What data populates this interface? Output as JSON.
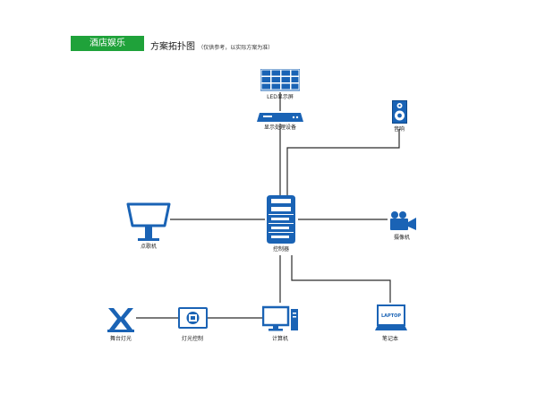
{
  "header": {
    "badge": "酒店娱乐",
    "title": "方案拓扑图",
    "note": "（仅供参考，以实际方案为准）"
  },
  "nodes": {
    "led_screen": "LED显示屏",
    "display_processor": "显示处理设备",
    "speaker": "音响",
    "karaoke_terminal": "点歌机",
    "controller": "控制器",
    "camera": "摄像机",
    "stage_light": "舞台灯光",
    "light_control": "灯光控制",
    "computer": "计算机",
    "laptop": "笔记本",
    "laptop_screen_text": "LAPTOP"
  },
  "colors": {
    "device_blue": "#1a63b5",
    "badge_green": "#1fa23a",
    "line_dark": "#2b2b2b"
  }
}
